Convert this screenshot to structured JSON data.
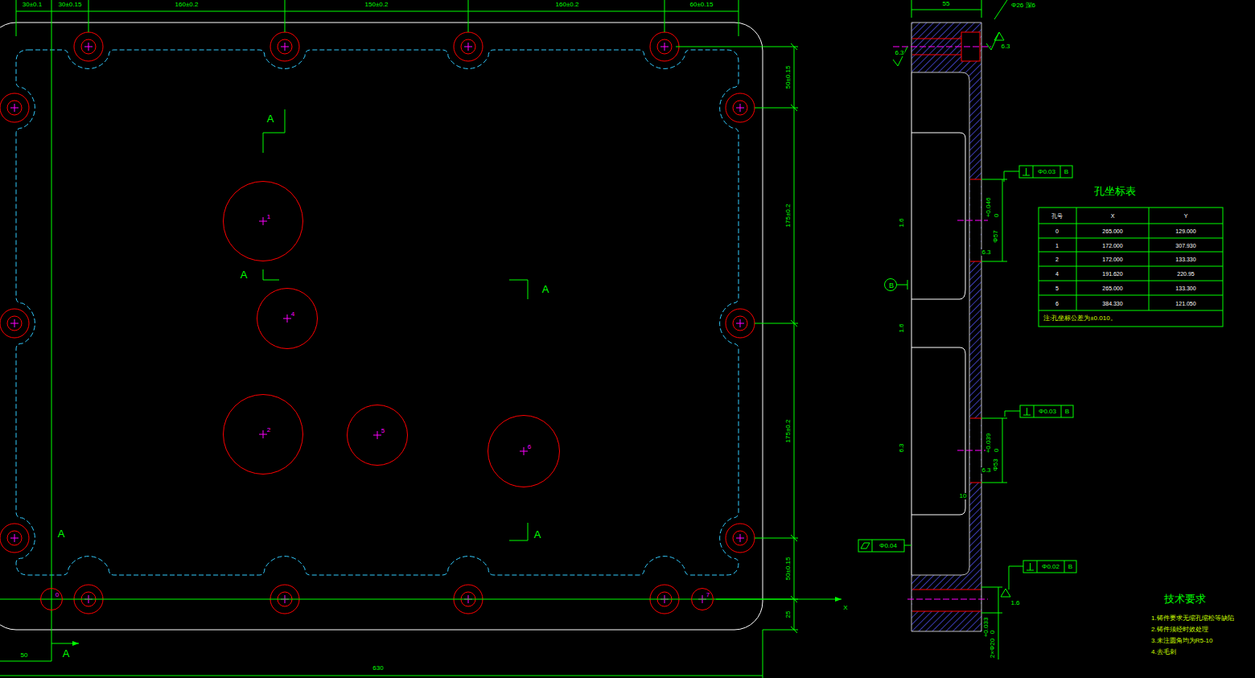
{
  "diagram": {
    "nodes": [
      {
        "text": [
          "1"
        ]
      },
      {
        "text": [
          "4"
        ]
      },
      {
        "text": [
          "2"
        ]
      },
      {
        "text": [
          "5"
        ]
      },
      {
        "text": [
          "6"
        ]
      },
      {
        "text": [
          "0"
        ]
      },
      {
        "text": [
          "7"
        ]
      },
      {
        "text": [
          "B"
        ]
      }
    ],
    "edges": [],
    "labels": [
      "30±0.1",
      "30±0.15",
      "160±0.2",
      "150±0.2",
      "160±0.2",
      "60±0.15",
      "50±0.15",
      "175±0.2",
      "175±0.2",
      "50±0.15",
      "25",
      "50",
      "630",
      "A",
      "A",
      "A",
      "A",
      "A",
      "A",
      "X",
      "55",
      "Φ26 深6",
      "6.3",
      "6.3",
      "1.6",
      "1.6",
      "6.3",
      "Φ0.03",
      "B",
      "Φ57",
      "+0.046",
      "0",
      "6.3",
      "Φ0.03",
      "B",
      "Φ53",
      "+0.039",
      "0",
      "6.3",
      "10",
      "Φ0.04",
      "Φ0.02",
      "B",
      "1.6",
      "2×Φ20",
      "+0.033",
      "0",
      "孔坐标表",
      "孔号",
      "X",
      "Y",
      "0",
      "265.000",
      "129.000",
      "1",
      "172.000",
      "307.930",
      "2",
      "172.000",
      "133.330",
      "4",
      "191.620",
      "220.95",
      "5",
      "265.000",
      "133.300",
      "6",
      "384.330",
      "121.050",
      "注:孔坐标公差为±0.010。",
      "技术要求",
      "1.铸件要求无缩孔缩松等缺陷",
      "2.铸件须经时效处理",
      "3.未注圆角均为R5-10",
      "4.去毛刺"
    ]
  }
}
